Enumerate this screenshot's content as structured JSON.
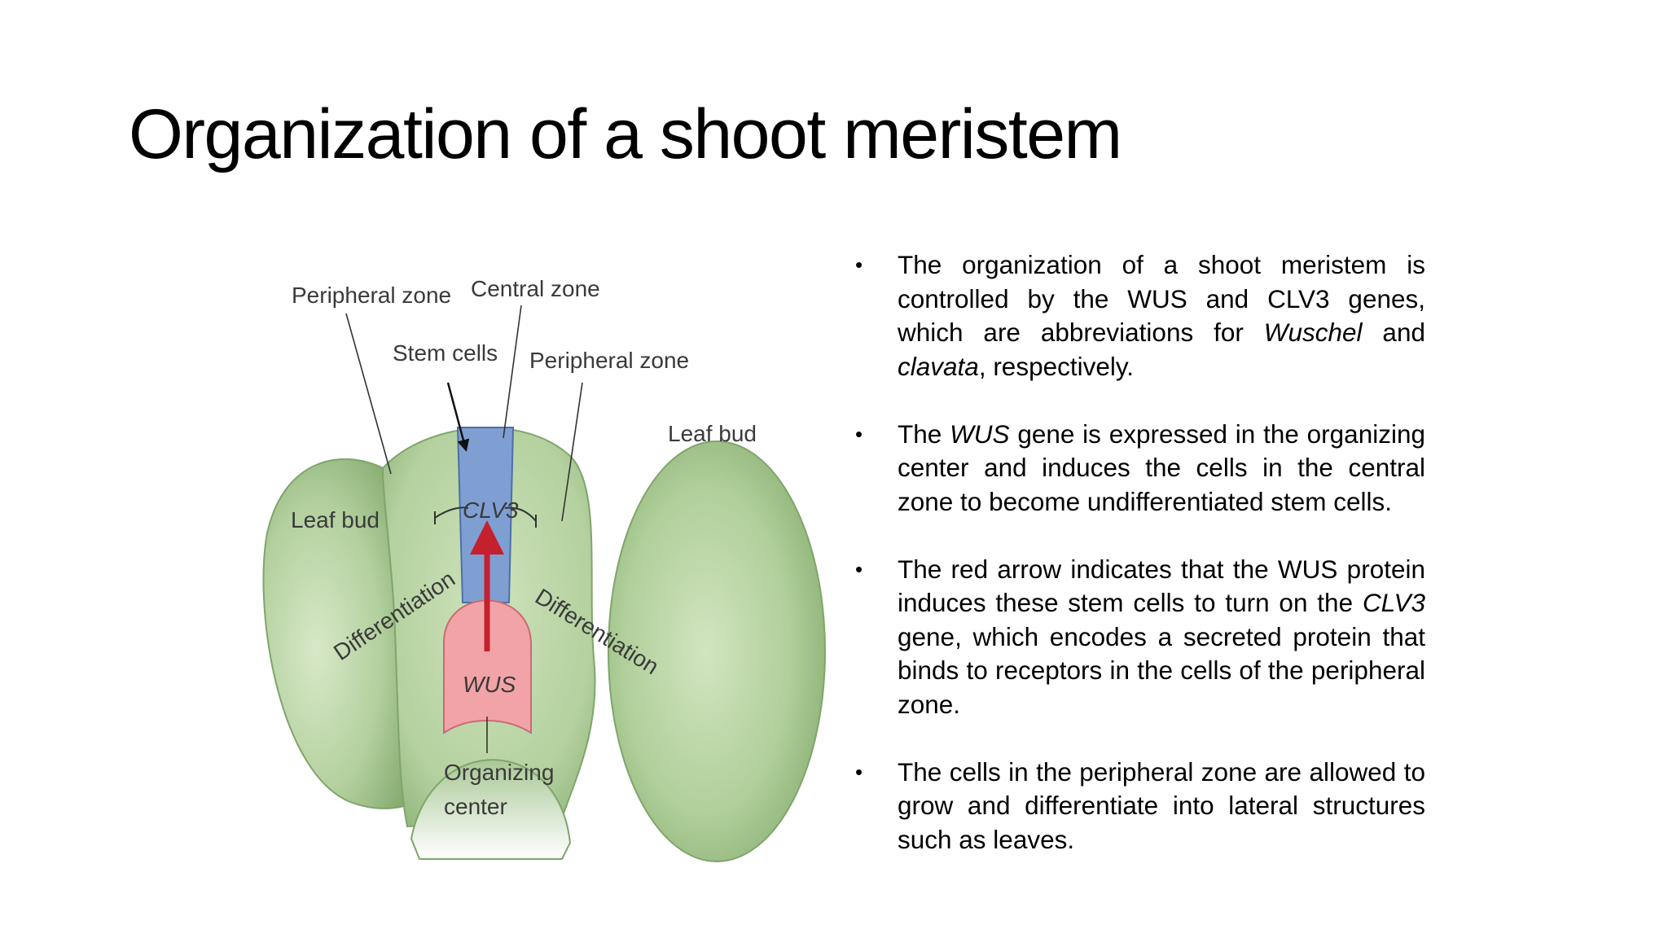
{
  "slide": {
    "title": "Organization of a shoot meristem"
  },
  "figure": {
    "labels": {
      "peripheral_zone_left": "Peripheral zone",
      "central_zone": "Central zone",
      "stem_cells": "Stem cells",
      "peripheral_zone_right": "Peripheral zone",
      "leaf_bud_left": "Leaf bud",
      "leaf_bud_right": "Leaf bud",
      "clv3": "CLV3",
      "wus": "WUS",
      "differentiation_left": "Differentiation",
      "differentiation_right": "Differentiation",
      "organizing": "Organizing",
      "center": "center"
    },
    "colors": {
      "tissue": "#a9c896",
      "tissue_dark": "#7fa56b",
      "clv3_zone": "#7f9fd3",
      "wus_zone": "#f2a3a8",
      "arrow": "#c4202e"
    }
  },
  "bullets": [
    {
      "p1": "The organization of a shoot meristem is controlled by the WUS and CLV3 genes, which are abbreviations for ",
      "i1": "Wuschel",
      "p2": " and ",
      "i2": "clavata",
      "p3": ", respectively."
    },
    {
      "p1": "The ",
      "i1": "WUS",
      "p2": " gene is expressed in the organizing center and induces the cells in the central zone to become undifferentiated stem cells."
    },
    {
      "p1": "The red arrow indicates that the WUS protein induces these stem cells to turn on the ",
      "i1": "CLV3",
      "p2": " gene, which encodes a secreted protein that binds to receptors in the cells of the peripheral zone."
    },
    {
      "p1": "The cells in the peripheral zone are allowed to grow and differentiate into lateral structures such as leaves."
    }
  ]
}
